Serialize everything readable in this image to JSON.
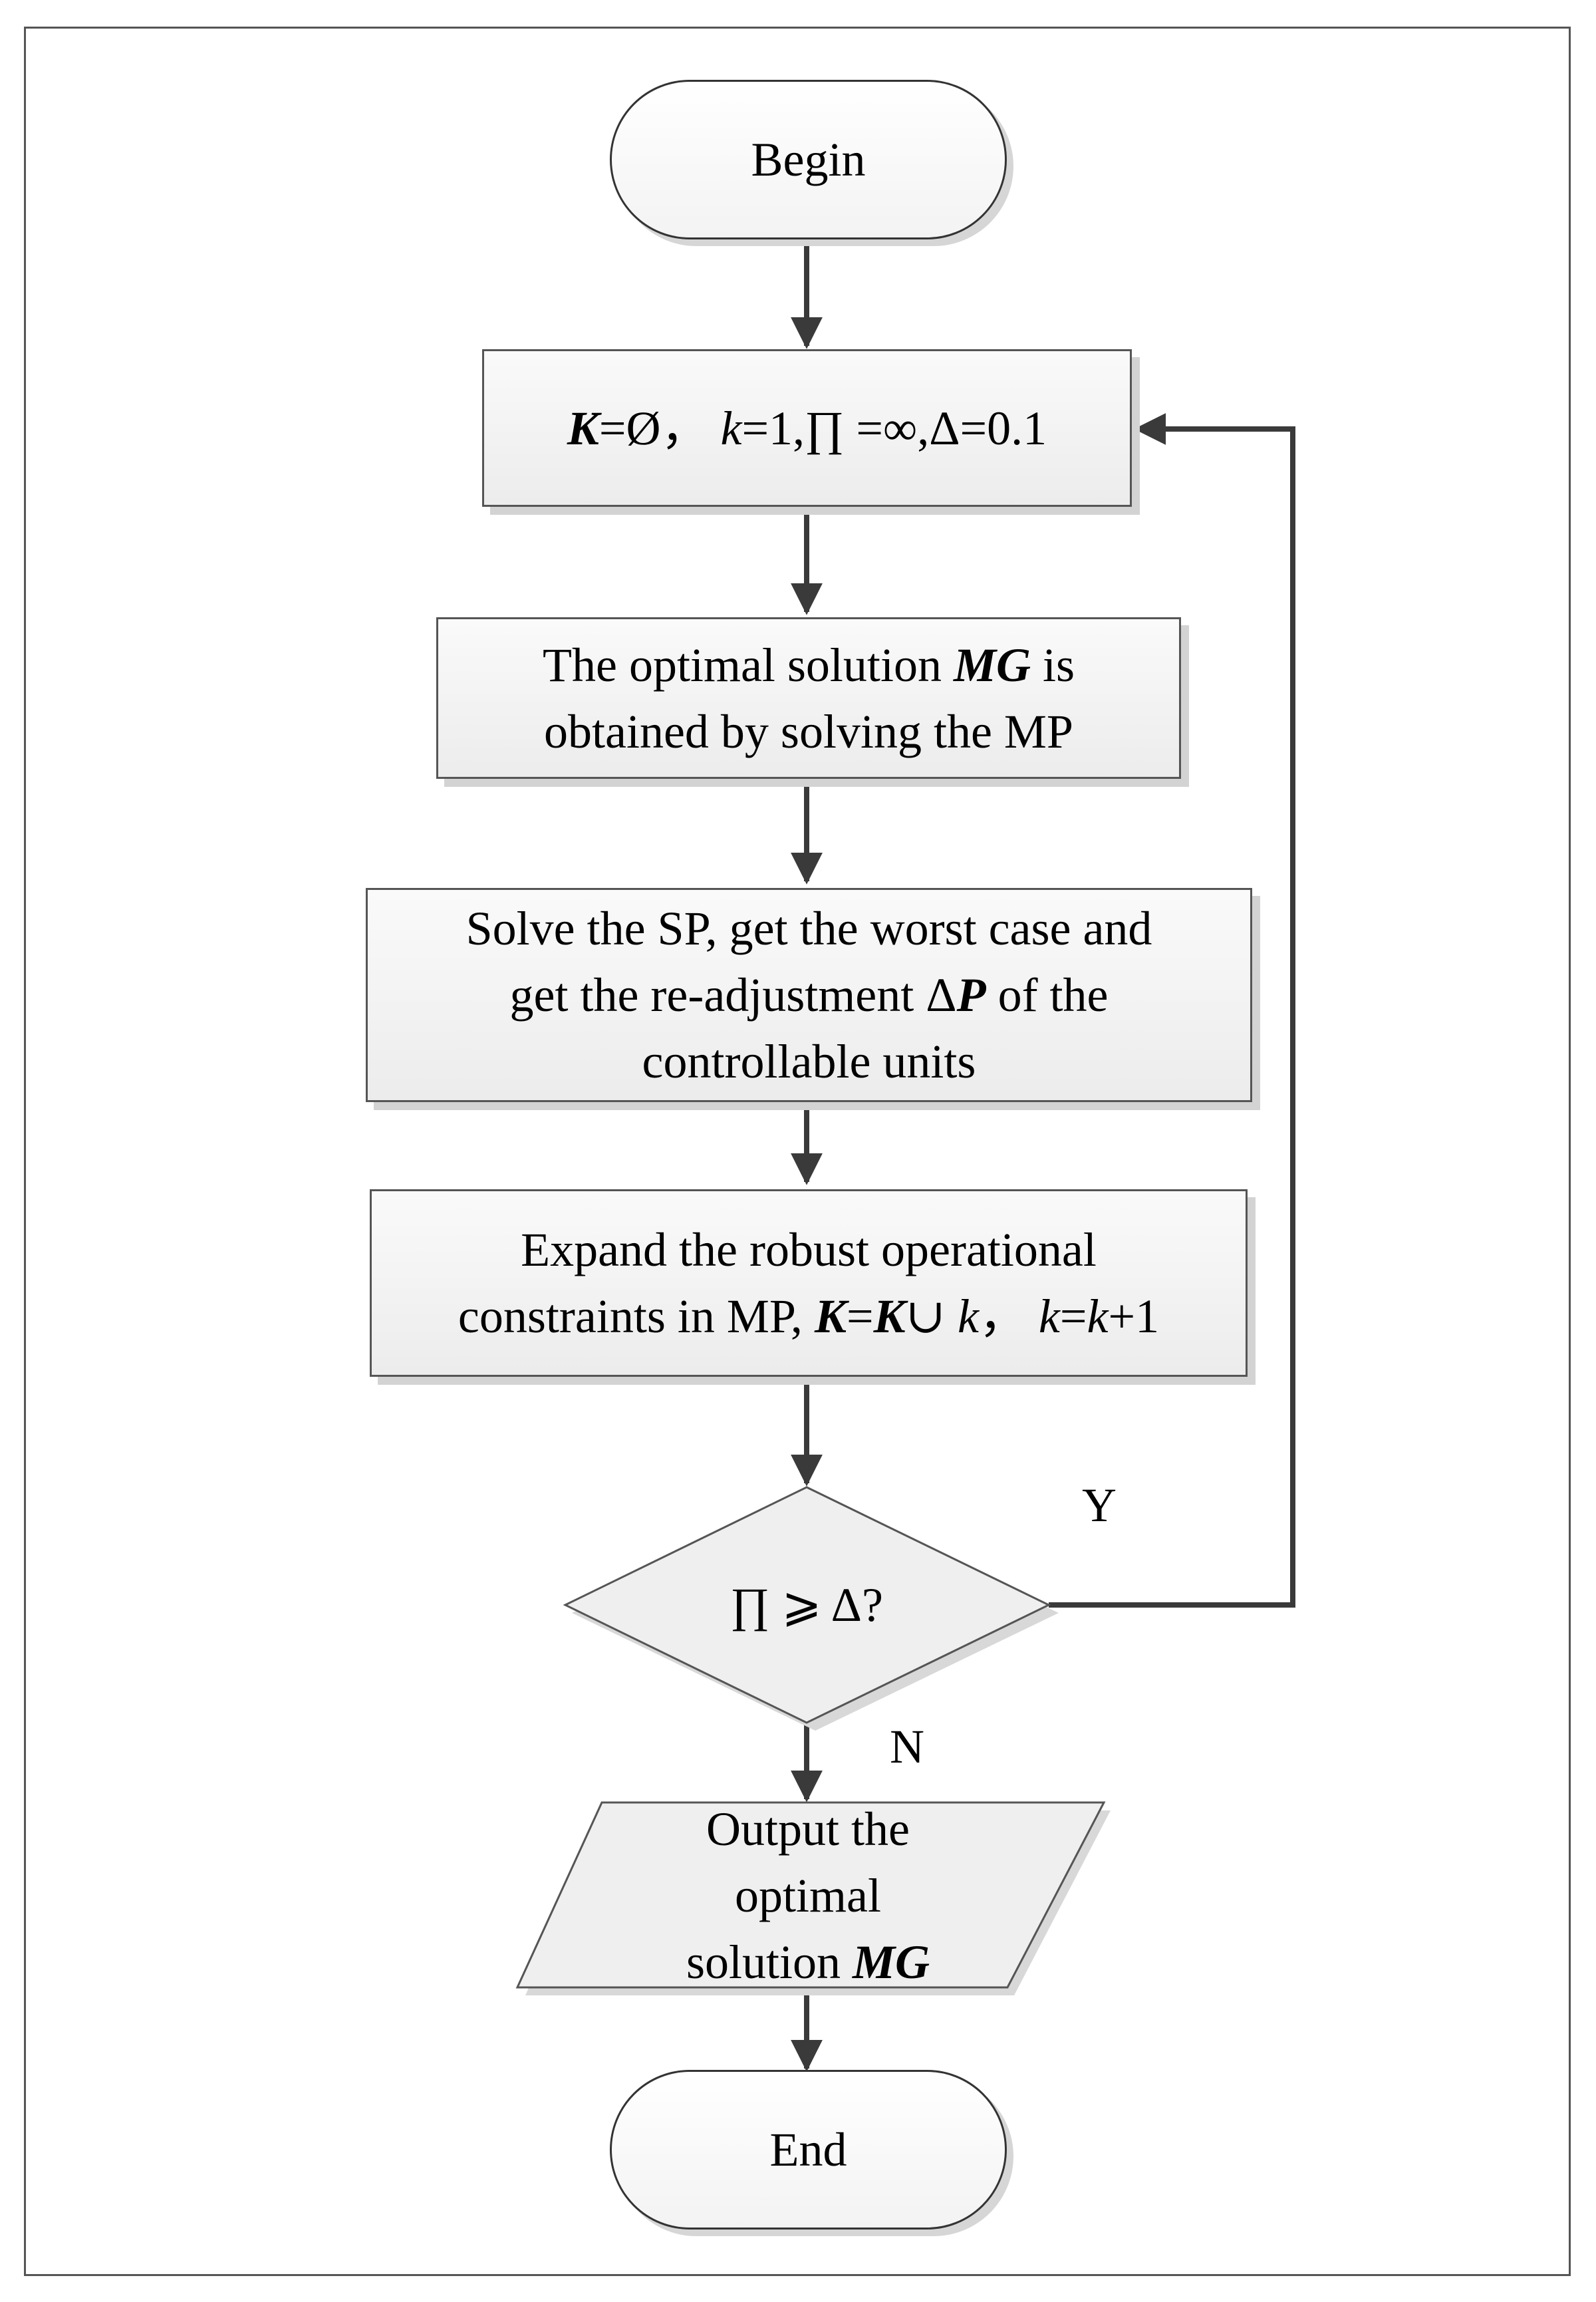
{
  "nodes": {
    "begin": "Begin",
    "init": {
      "K": "K",
      "eq1": "=Ø，",
      "k": "k",
      "rest": "=1,∏ =∞,Δ=0.1"
    },
    "mp": {
      "line1_a": "The optimal solution ",
      "MG": "MG",
      "line1_b": " is",
      "line2": "obtained by solving the MP"
    },
    "sp": {
      "line1": "Solve the SP, get the worst case and",
      "line2_a": "get the re-adjustment Δ",
      "P": "P",
      "line2_b": " of  the",
      "line3": "controllable units"
    },
    "expand": {
      "line1": "Expand the robust operational",
      "line2_a": "constraints in MP, ",
      "K1": "K",
      "eq": "=",
      "K2": "K",
      "cup": "∪",
      "k1": "k",
      "sep": "，",
      "k2": "k",
      "eq2": "=",
      "k3": "k",
      "plus": "+1"
    },
    "decision": "∏ ⩾ Δ?",
    "output": {
      "line1": "Output the",
      "line2": "optimal",
      "line3_a": "solution ",
      "MG": "MG"
    },
    "end": "End"
  },
  "edge_labels": {
    "yes": "Y",
    "no": "N"
  },
  "colors": {
    "stroke": "#333333",
    "box_fill": "#efefef",
    "shadow": "#d3d3d3"
  }
}
